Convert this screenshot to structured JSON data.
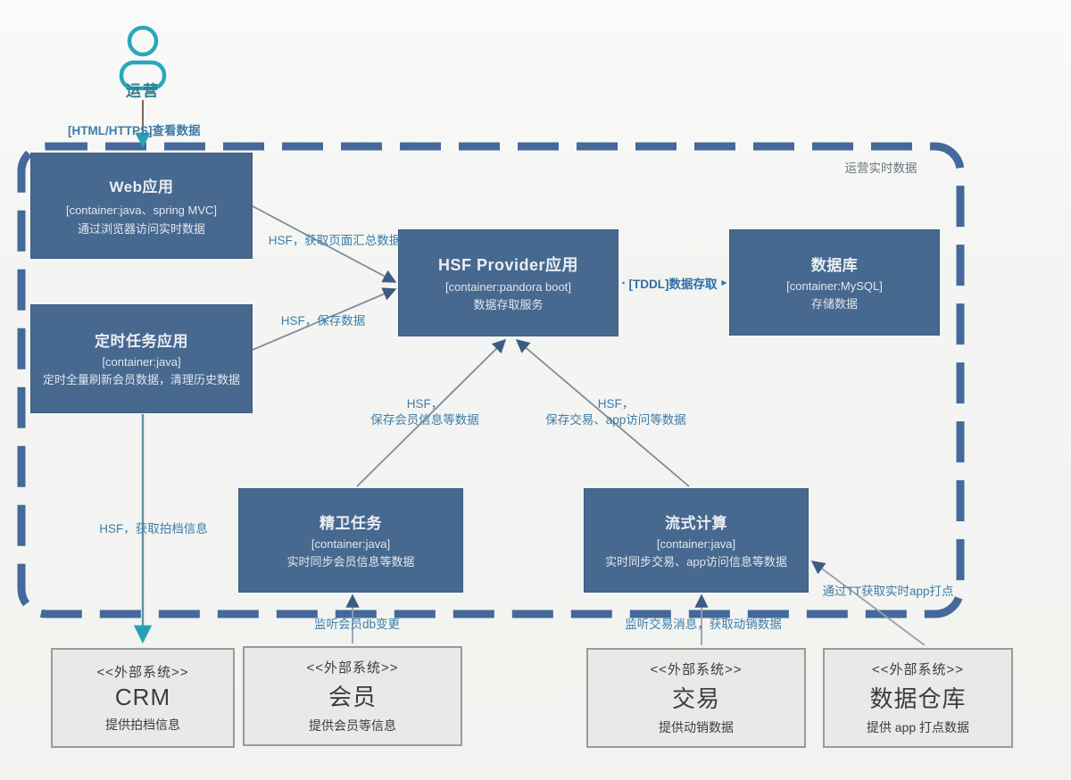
{
  "actor": {
    "label": "运营"
  },
  "boundary": {
    "label": "运营实时数据"
  },
  "containers": {
    "web": {
      "title": "Web应用",
      "tag": "[container:java、spring MVC]",
      "desc": "通过浏览器访问实时数据"
    },
    "timer": {
      "title": "定时任务应用",
      "tag": "[container:java]",
      "desc": "定时全量刷新会员数据，清理历史数据"
    },
    "hsf": {
      "title": "HSF Provider应用",
      "tag": "[container:pandora boot]",
      "desc": "数据存取服务"
    },
    "db": {
      "title": "数据库",
      "tag": "[container:MySQL]",
      "desc": "存储数据"
    },
    "jingwei": {
      "title": "精卫任务",
      "tag": "[container:java]",
      "desc": "实时同步会员信息等数据"
    },
    "stream": {
      "title": "流式计算",
      "tag": "[container:java]",
      "desc": "实时同步交易、app访问信息等数据"
    }
  },
  "external_systems": [
    {
      "stereotype": "<<外部系统>>",
      "name": "CRM",
      "desc": "提供拍档信息"
    },
    {
      "stereotype": "<<外部系统>>",
      "name": "会员",
      "desc": "提供会员等信息"
    },
    {
      "stereotype": "<<外部系统>>",
      "name": "交易",
      "desc": "提供动销数据"
    },
    {
      "stereotype": "<<外部系统>>",
      "name": "数据仓库",
      "desc": "提供 app 打点数据"
    }
  ],
  "edges": {
    "user_web": "[HTML/HTTPS]查看数据",
    "web_hsf": "HSF，获取页面汇总数据",
    "timer_hsf": "HSF，保存数据",
    "hsf_db": "[TDDL]数据存取",
    "jingwei_hsf_line1": "HSF，",
    "jingwei_hsf_line2": "保存会员信息等数据",
    "stream_hsf_line1": "HSF，",
    "stream_hsf_line2": "保存交易、app访问等数据",
    "timer_crm": "HSF，获取拍档信息",
    "member_jingwei": "监听会员db变更",
    "trade_stream": "监听交易消息，获取动销数据",
    "warehouse_stream": "通过TT获取实时app打点"
  },
  "colors": {
    "container_fill": "#47688f",
    "boundary_dash": "#44699a",
    "external_fill": "#e9e9e8",
    "external_border": "#9a9a9a",
    "actor_teal": "#2aa7bd",
    "edge_label_blue": "#3e7da9",
    "edge_line_gray": "#7f8d99"
  }
}
